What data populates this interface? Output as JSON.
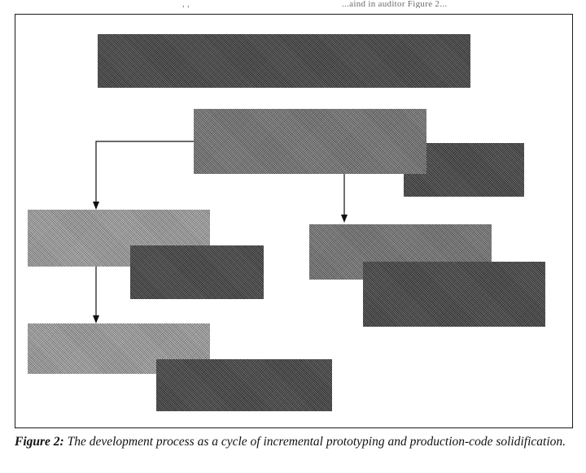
{
  "header": {
    "mark": ", ,",
    "reference": "...aind in auditor Figure 2..."
  },
  "diagram": {
    "boxes": [
      {
        "id": "top-banner",
        "label": ""
      },
      {
        "id": "center-top",
        "label": ""
      },
      {
        "id": "center-top-shadow",
        "label": ""
      },
      {
        "id": "left-1",
        "label": ""
      },
      {
        "id": "left-1-shadow",
        "label": ""
      },
      {
        "id": "right-1",
        "label": ""
      },
      {
        "id": "right-1-shadow",
        "label": ""
      },
      {
        "id": "left-2",
        "label": ""
      },
      {
        "id": "left-2-shadow",
        "label": ""
      }
    ]
  },
  "caption": {
    "label": "Figure 2:",
    "text": " The development process as a cycle of incremental prototyping and production-code solidification."
  }
}
